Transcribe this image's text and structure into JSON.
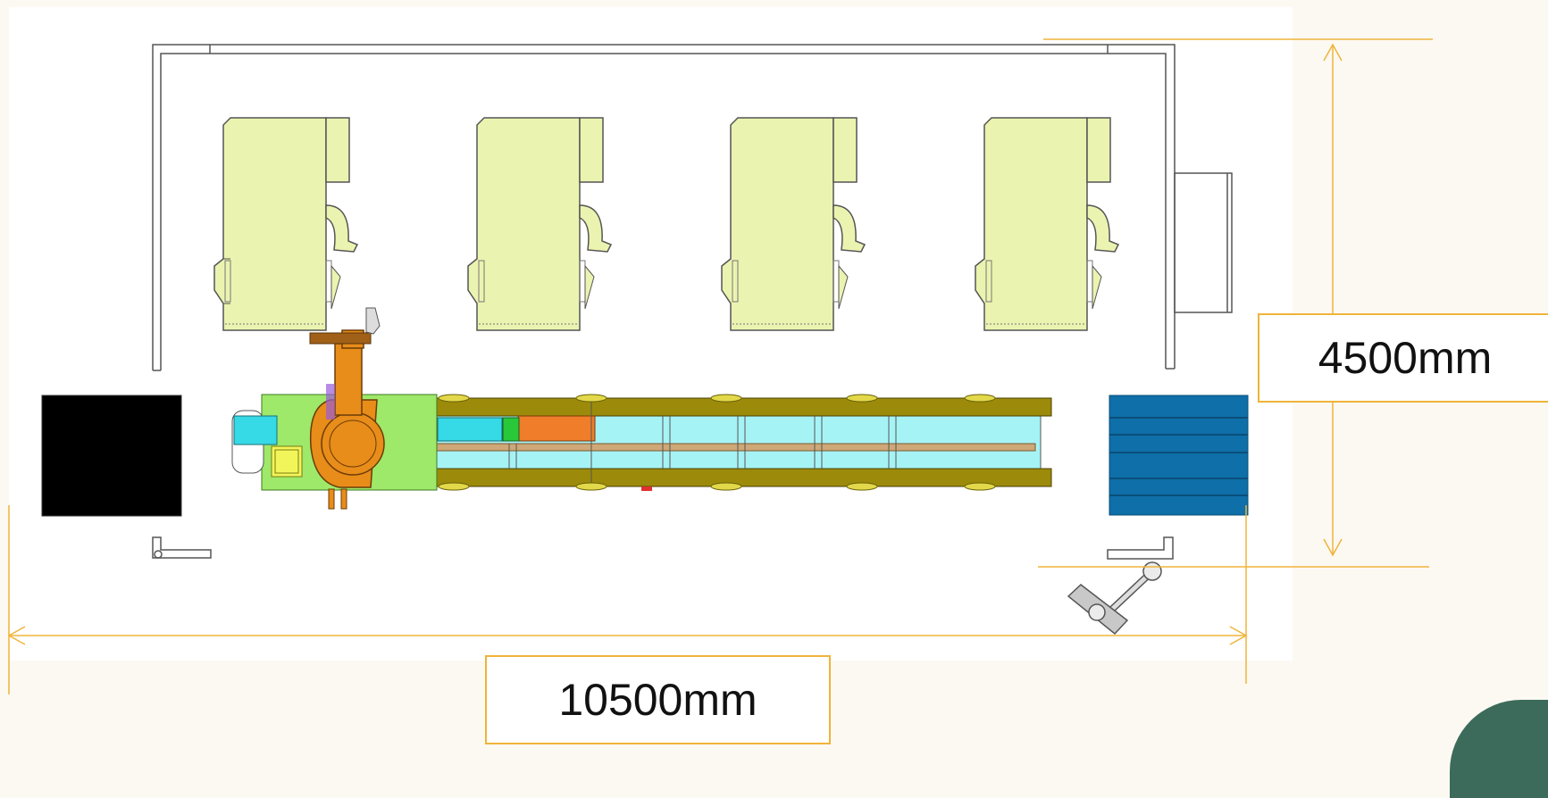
{
  "dimensions": {
    "width_label": "10500mm",
    "height_label": "4500mm"
  },
  "layout": {
    "machine_count": 4
  },
  "colors": {
    "background": "#fcf9f3",
    "drawing_area": "#ffffff",
    "dimension_line": "#f0b43a",
    "machine_body": "#ebf3b0",
    "machine_outline": "#555555",
    "robot": "#e88c1a",
    "robot_base": "#9ee86a",
    "track_rail": "#9c8a0a",
    "track_inner": "#a6f3f6",
    "carriage": "#f07d2a",
    "station_left": "#000000",
    "station_right": "#0f6fa8",
    "accent_corner": "#3c6b5b"
  },
  "icons": {
    "enclosure": "fence-outline",
    "machine": "cnc-machine-topview",
    "robot": "industrial-robot-topview",
    "track": "linear-rail-track",
    "pallet": "blue-pallet",
    "black_station": "black-pallet",
    "operator_station": "control-pendant-arm"
  }
}
